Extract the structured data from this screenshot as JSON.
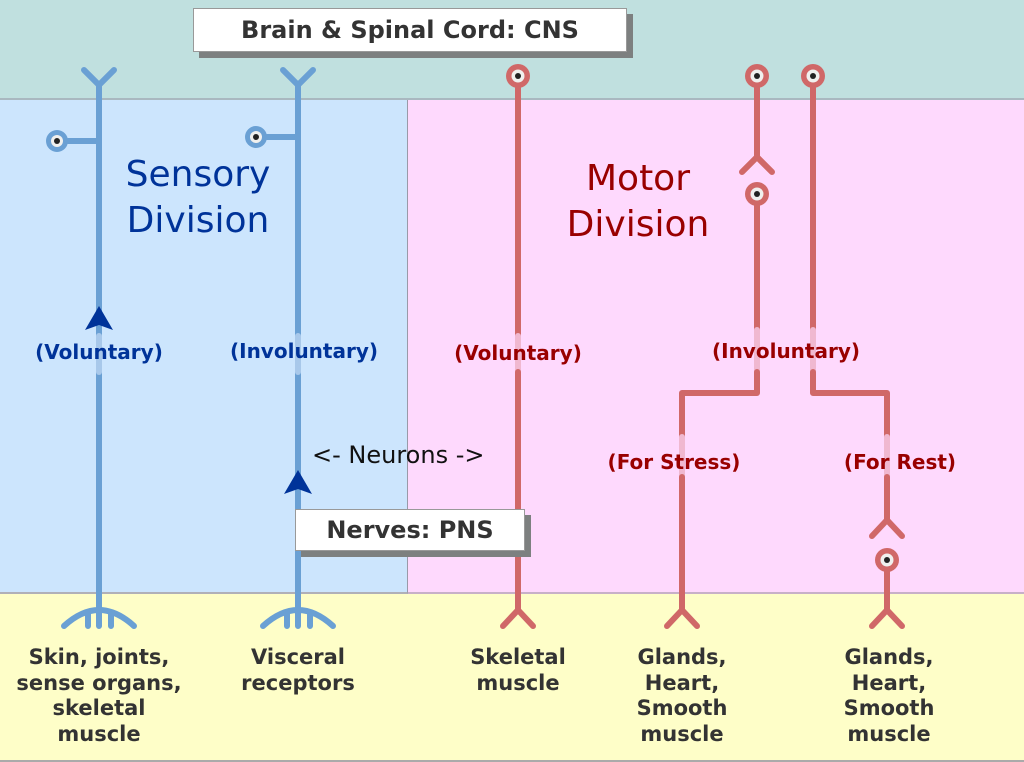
{
  "regions": {
    "cns_label": "Brain & Spinal Cord: CNS",
    "pns_label": "Nerves: PNS"
  },
  "colors": {
    "cns_bg": "#c0e0df",
    "sensory_bg": "#cce5fd",
    "motor_bg": "#fed9fd",
    "target_bg": "#fefec8",
    "sensory_neuron": "#6aa0d4",
    "motor_neuron": "#d06868",
    "sensory_text": "#003399",
    "motor_text": "#990000"
  },
  "sensory": {
    "title_line1": "Sensory",
    "title_line2": "Division",
    "pathways": [
      {
        "tag": "(Voluntary)",
        "target": "Skin, joints,\nsense organs,\nskeletal\nmuscle"
      },
      {
        "tag": "(Involuntary)",
        "target": "Visceral\nreceptors"
      }
    ]
  },
  "motor": {
    "title_line1": "Motor",
    "title_line2": "Division",
    "voluntary": {
      "tag": "(Voluntary)",
      "target": "Skeletal\nmuscle"
    },
    "involuntary": {
      "tag": "(Involuntary)",
      "branches": [
        {
          "tag": "(For Stress)",
          "target": "Glands,\nHeart,\nSmooth\nmuscle"
        },
        {
          "tag": "(For Rest)",
          "target": "Glands,\nHeart,\nSmooth\nmuscle"
        }
      ]
    }
  },
  "annotations": {
    "neurons": "<- Neurons ->"
  }
}
